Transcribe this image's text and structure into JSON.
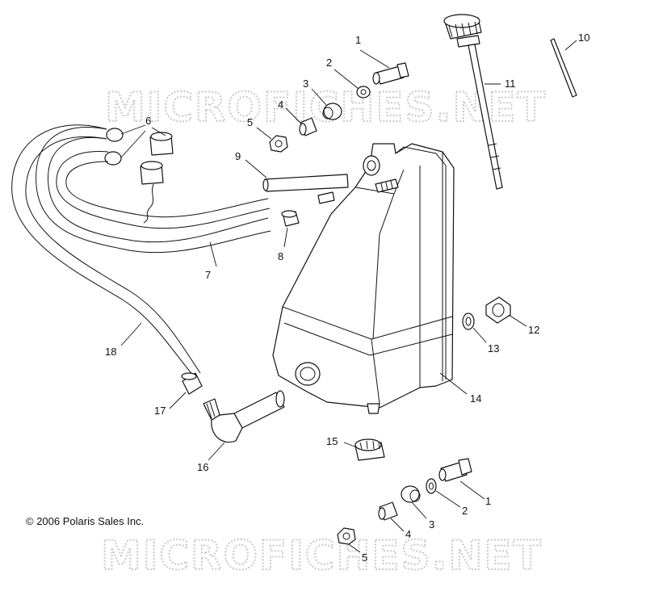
{
  "watermark": {
    "top": "MICROFICHES.NET",
    "bottom": "MICROFICHES.NET"
  },
  "copyright": "© 2006 Polaris Sales Inc.",
  "callouts": {
    "c1_top": "1",
    "c2_top": "2",
    "c3_top": "3",
    "c4_top": "4",
    "c5_top": "5",
    "c6": "6",
    "c7": "7",
    "c8": "8",
    "c9": "9",
    "c10": "10",
    "c11": "11",
    "c12": "12",
    "c13": "13",
    "c14": "14",
    "c15": "15",
    "c16": "16",
    "c17": "17",
    "c18": "18",
    "c1_bot": "1",
    "c2_bot": "2",
    "c3_bot": "3",
    "c4_bot": "4",
    "c5_bot": "5"
  }
}
